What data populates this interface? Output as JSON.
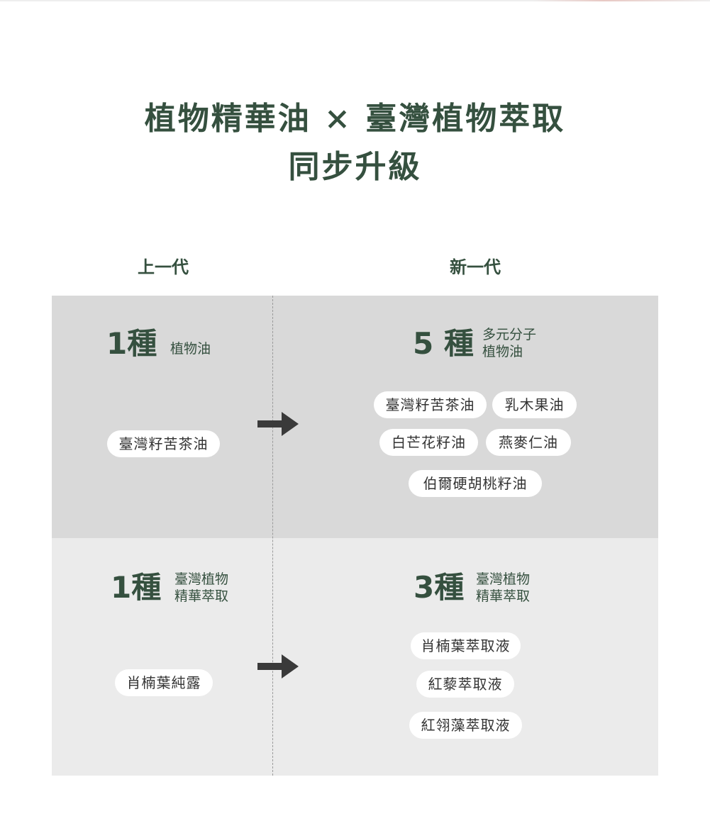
{
  "headline": {
    "line1": "植物精華油 × 臺灣植物萃取",
    "line2": "同步升級"
  },
  "columns": {
    "old": "上一代",
    "new": "新一代"
  },
  "oils": {
    "old": {
      "count": "1種",
      "label": "植物油",
      "items": [
        "臺灣籽苦茶油"
      ]
    },
    "new": {
      "count": "5 種",
      "label_line1": "多元分子",
      "label_line2": "植物油",
      "items": [
        "臺灣籽苦茶油",
        "乳木果油",
        "白芒花籽油",
        "燕麥仁油",
        "伯爾硬胡桃籽油"
      ]
    }
  },
  "extracts": {
    "old": {
      "count": "1種",
      "label_line1": "臺灣植物",
      "label_line2": "精華萃取",
      "items": [
        "肖楠葉純露"
      ]
    },
    "new": {
      "count": "3種",
      "label_line1": "臺灣植物",
      "label_line2": "精華萃取",
      "items": [
        "肖楠葉萃取液",
        "紅藜萃取液",
        "紅翎藻萃取液"
      ]
    }
  },
  "colors": {
    "accent_green": "#35503f",
    "panel_top": "#d9d9d9",
    "panel_bottom": "#ebebeb",
    "arrow": "#3a3a3a"
  },
  "icons": [
    "arrow-right-icon"
  ]
}
